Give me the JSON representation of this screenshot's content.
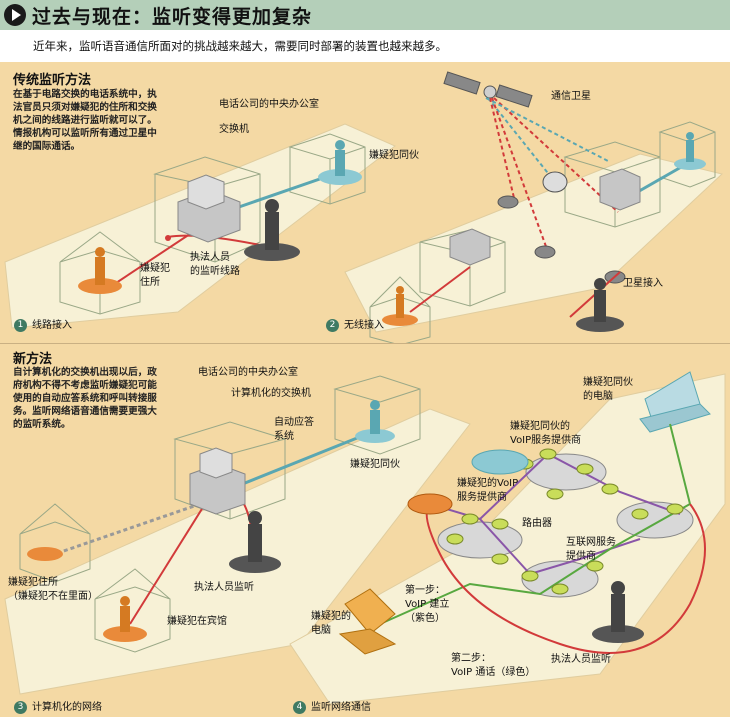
{
  "title": "过去与现在：监听变得更加复杂",
  "subtitle": "近年来，监听语音通信所面对的挑战越来越大，需要同时部署的装置也越来越多。",
  "traditional": {
    "heading": "传统监听方法",
    "description": "在基于电路交换的电话系统中，执\n法官员只须对嫌疑犯的住所和交换\n机之间的线路进行监听就可以了。\n情报机构可以监听所有通过卫星中\n继的国际通话。",
    "labels": {
      "central_office": "电话公司的中央办公室",
      "switch": "交换机",
      "accomplice": "嫌疑犯同伙",
      "suspect_home": "嫌疑犯\n住所",
      "tap_line": "执法人员\n的监听线路",
      "satellite": "通信卫星",
      "satellite_access": "卫星接入"
    },
    "panels": [
      {
        "number": "1",
        "caption": "线路接入"
      },
      {
        "number": "2",
        "caption": "无线接入"
      }
    ]
  },
  "new_method": {
    "heading": "新方法",
    "description": "自计算机化的交换机出现以后，政\n府机构不得不考虑监听嫌疑犯可能\n使用的自动应答系统和呼叫转接服\n务。监听网络语音通信需要更强大\n的监听系统。",
    "labels": {
      "central_office": "电话公司的中央办公室",
      "computer_switch": "计算机化的交换机",
      "auto_answer": "自动应答\n系统",
      "accomplice": "嫌疑犯同伙",
      "suspect_home_absent": "嫌疑犯住所\n（嫌疑犯不在里面）",
      "monitor": "执法人员监听",
      "suspect_hotel": "嫌疑犯在宾馆",
      "accomplice_computer": "嫌疑犯同伙\n的电脑",
      "accomplice_voip": "嫌疑犯同伙的\nVoIP服务提供商",
      "suspect_voip": "嫌疑犯的VoIP\n服务提供商",
      "router": "路由器",
      "internet_provider": "互联网服务\n提供商",
      "step1": "第一步：\nVoIP 建立\n（紫色）",
      "suspect_computer": "嫌疑犯的\n电脑",
      "step2": "第二步：\nVoIP 通话（绿色）",
      "monitor2": "执法人员监听"
    },
    "panels": [
      {
        "number": "3",
        "caption": "计算机化的网络"
      },
      {
        "number": "4",
        "caption": "监听网络通信"
      }
    ]
  },
  "colors": {
    "title_bar": "#b4cfb9",
    "panel_bg": "#f4d9a4",
    "plate": "#f7f1d6",
    "teal_line": "#5aa7b2",
    "red_line": "#d23a3a",
    "purple_line": "#8a56a8",
    "green_line": "#58a840",
    "router": "#c9dd5a",
    "badge": "#3f7a63"
  }
}
